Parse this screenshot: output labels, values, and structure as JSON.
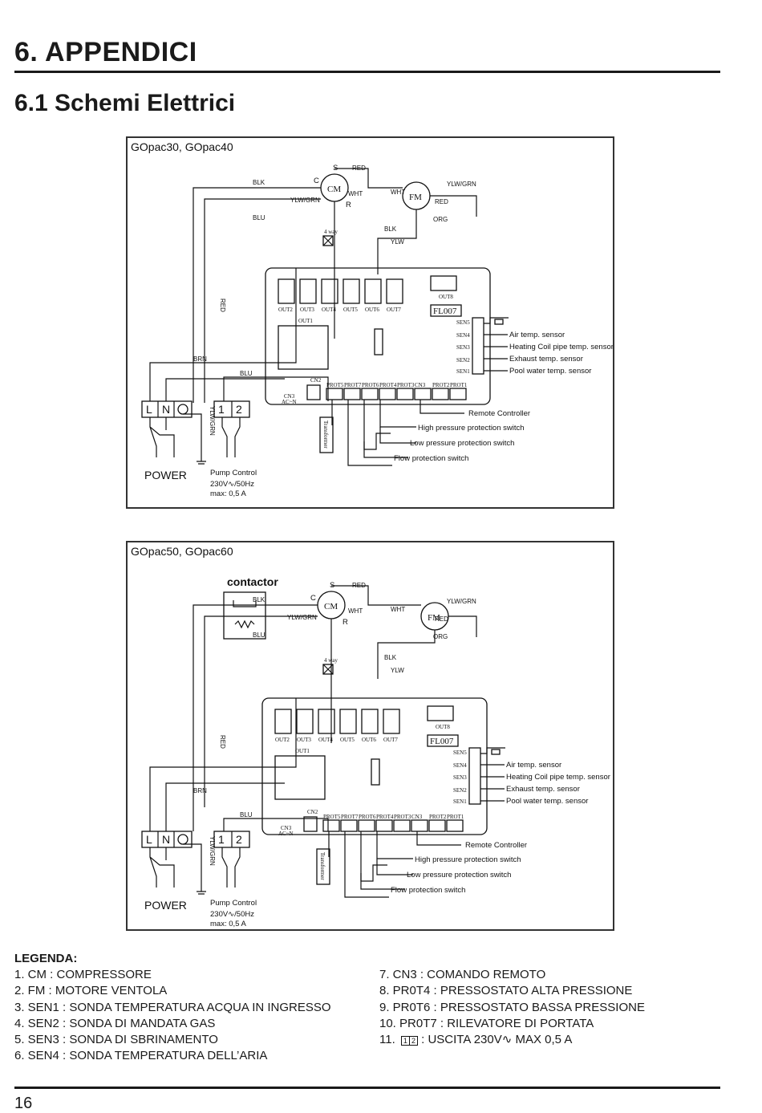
{
  "header": {
    "chapter_title": "6. APPENDICI",
    "section_title": "6.1 Schemi Elettrici"
  },
  "diagram1": {
    "model_label": "GOpac30, GOpac40",
    "labels": {
      "blk": "BLK",
      "blu": "BLU",
      "brn": "BRN",
      "red": "RED",
      "wht": "WHT",
      "ylw": "YLW",
      "ylw_grn": "YLW/GRN",
      "org": "ORG",
      "s": "S",
      "c": "C",
      "r": "R",
      "cm": "CM",
      "fm": "FM",
      "way4": "4 way",
      "l": "L",
      "n": "N",
      "one": "1",
      "two": "2",
      "out2": "OUT2",
      "out3": "OUT3",
      "out4": "OUT4",
      "out5": "OUT5",
      "out6": "OUT6",
      "out7": "OUT7",
      "out8": "OUT8",
      "out1": "OUT1",
      "board": "FL007",
      "cn2": "CN2",
      "cn3": "CN3",
      "acn": "AC~N",
      "prot5": "PROT5",
      "prot7": "PROT7",
      "prot6": "PROT6",
      "prot4": "PROT4",
      "prot3": "PROT3",
      "prot2": "PROT2",
      "prot1": "PROT1",
      "sen5": "SEN5",
      "sen4": "SEN4",
      "sen3": "SEN3",
      "sen2": "SEN2",
      "sen1": "SEN1",
      "air": "Air temp. sensor",
      "coil": "Heating Coil pipe temp. sensor",
      "exhaust": "Exhaust temp. sensor",
      "pool": "Pool water temp. sensor",
      "remote": "Remote Controller",
      "hp": "High pressure protection switch",
      "lp": "Low pressure protection switch",
      "flow": "Flow protection switch",
      "transformer": "Transformer",
      "power": "POWER",
      "pump": "Pump Control",
      "volt": "230V∿/50Hz",
      "max": "max: 0,5 A"
    }
  },
  "diagram2": {
    "model_label": "GOpac50, GOpac60",
    "contactor": "contactor",
    "labels": {
      "blk": "BLK",
      "blu": "BLU",
      "brn": "BRN",
      "red": "RED",
      "wht": "WHT",
      "ylw": "YLW",
      "ylw_grn": "YLW/GRN",
      "org": "ORG",
      "s": "S",
      "c": "C",
      "r": "R",
      "cm": "CM",
      "fm": "FM",
      "way4": "4 way",
      "l": "L",
      "n": "N",
      "one": "1",
      "two": "2",
      "out2": "OUT2",
      "out3": "OUT3",
      "out4": "OUT4",
      "out5": "OUT5",
      "out6": "OUT6",
      "out7": "OUT7",
      "out8": "OUT8",
      "out1": "OUT1",
      "board": "FL007",
      "cn2": "CN2",
      "cn3": "CN3",
      "acn": "AC~N",
      "prot5": "PROT5",
      "prot7": "PROT7",
      "prot6": "PROT6",
      "prot4": "PROT4",
      "prot3": "PROT3",
      "prot2": "PROT2",
      "prot1": "PROT1",
      "sen5": "SEN5",
      "sen4": "SEN4",
      "sen3": "SEN3",
      "sen2": "SEN2",
      "sen1": "SEN1",
      "air": "Air temp. sensor",
      "coil": "Heating Coil pipe temp. sensor",
      "exhaust": "Exhaust temp. sensor",
      "pool": "Pool water temp. sensor",
      "remote": "Remote Controller",
      "hp": "High pressure protection switch",
      "lp": "Low pressure protection switch",
      "flow": "Flow protection switch",
      "transformer": "Transformer",
      "power": "POWER",
      "pump": "Pump Control",
      "volt": "230V∿/50Hz",
      "max": "max: 0,5 A"
    }
  },
  "legend": {
    "title": "LEGENDA:",
    "left": [
      "1. CM : COMPRESSORE",
      "2. FM : MOTORE VENTOLA",
      "3. SEN1 : SONDA TEMPERATURA ACQUA IN INGRESSO",
      "4. SEN2 : SONDA DI MANDATA GAS",
      "5. SEN3 : SONDA DI SBRINAMENTO",
      "6. SEN4 : SONDA TEMPERATURA DELL’ARIA"
    ],
    "right": [
      "7. CN3 : COMANDO REMOTO",
      "8. PR0T4 : PRESSOSTATO ALTA PRESSIONE",
      "9. PR0T6 : PRESSOSTATO BASSA PRESSIONE",
      "10. PR0T7 : RILEVATORE DI PORTATA"
    ],
    "item11_prefix": "11.",
    "item11_box1": "1",
    "item11_box2": "2",
    "item11_suffix": ": USCITA 230V∿ MAX 0,5 A"
  },
  "footer": {
    "page_number": "16"
  }
}
